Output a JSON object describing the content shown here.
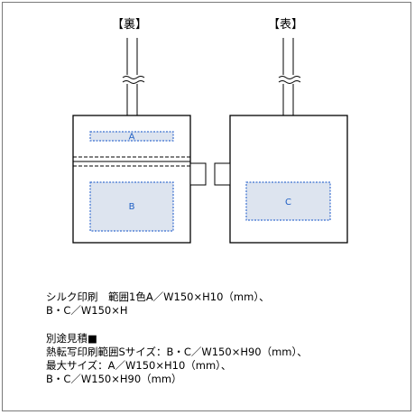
{
  "labels": {
    "back": "【裏】",
    "front": "【表】"
  },
  "zones": {
    "back_top": "A",
    "back_bottom": "B",
    "front_center": "C"
  },
  "colors": {
    "print_area_fill": "#dde4ef",
    "print_area_border": "#3a6fd0",
    "outline": "#000000"
  },
  "spec": {
    "silk": [
      "シルク印刷　範囲1色A／W150×H10（mm）、",
      "B・C／W150×H"
    ],
    "estimate": [
      "別途見積■",
      "熱転写印刷範囲Sサイズ：B・C／W150×H90（mm）、",
      "最大サイズ：A／W150×H10（mm）、",
      "B・C／W150×H90（mm）"
    ]
  }
}
